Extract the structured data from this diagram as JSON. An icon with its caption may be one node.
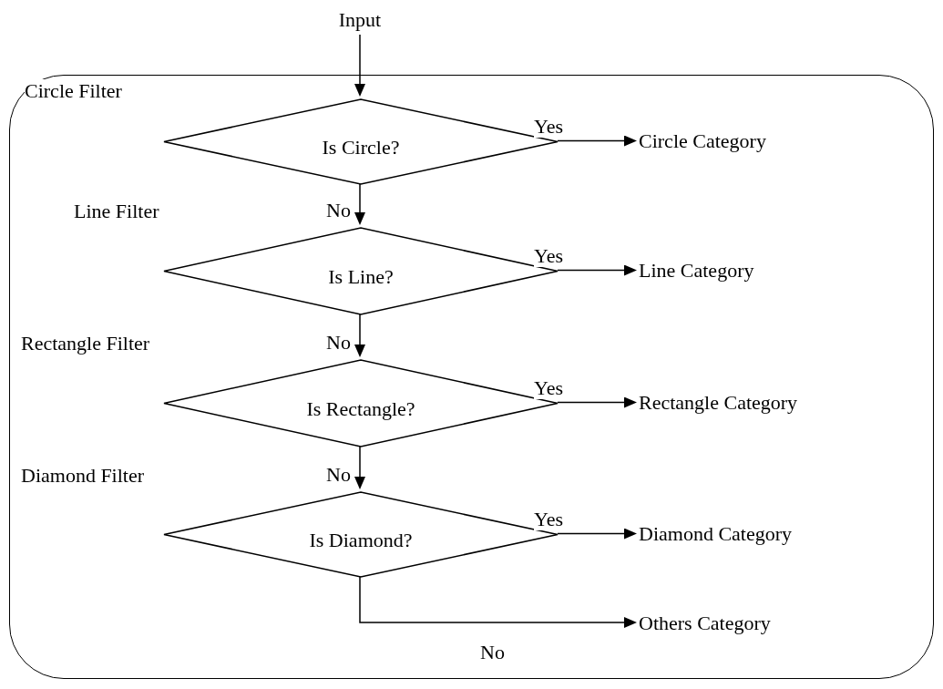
{
  "diagram": {
    "nodes": [
      {
        "text": [],
        "shape": "box"
      },
      {
        "text": [
          "Input"
        ]
      },
      {
        "text": [
          "Is Circle?"
        ],
        "beside": [
          "Circle Filter"
        ],
        "in": 0
      },
      {
        "text": [
          "Circle Category"
        ],
        "in": 0
      },
      {
        "text": [
          "Is Line?"
        ],
        "beside": [
          "Line Filter"
        ],
        "in": 0
      },
      {
        "text": [
          "Line Category"
        ],
        "in": 0
      },
      {
        "text": [
          "Is Rectangle?"
        ],
        "beside": [
          "Rectangle Filter"
        ],
        "in": 0
      },
      {
        "text": [
          "Rectangle Category"
        ],
        "in": 0
      },
      {
        "text": [
          "Is Diamond?"
        ],
        "beside": [
          "Diamond Filter"
        ],
        "in": 0
      },
      {
        "text": [
          "Diamond Category"
        ],
        "in": 0
      },
      {
        "text": [
          "Others Category"
        ],
        "in": 0
      }
    ],
    "edges": [
      {
        "from": 1,
        "to": 2,
        "arrow": "to"
      },
      {
        "from": 2,
        "to": 3,
        "arrow": "to",
        "label": "Yes"
      },
      {
        "from": 2,
        "to": 4,
        "arrow": "to",
        "label": "No"
      },
      {
        "from": 4,
        "to": 5,
        "arrow": "to",
        "label": "Yes"
      },
      {
        "from": 4,
        "to": 6,
        "arrow": "to",
        "label": "No"
      },
      {
        "from": 6,
        "to": 7,
        "arrow": "to",
        "label": "Yes"
      },
      {
        "from": 6,
        "to": 8,
        "arrow": "to",
        "label": "No"
      },
      {
        "from": 8,
        "to": 9,
        "arrow": "to",
        "label": "Yes"
      },
      {
        "from": 8,
        "to": 10,
        "arrow": "to",
        "label": "No"
      }
    ]
  }
}
